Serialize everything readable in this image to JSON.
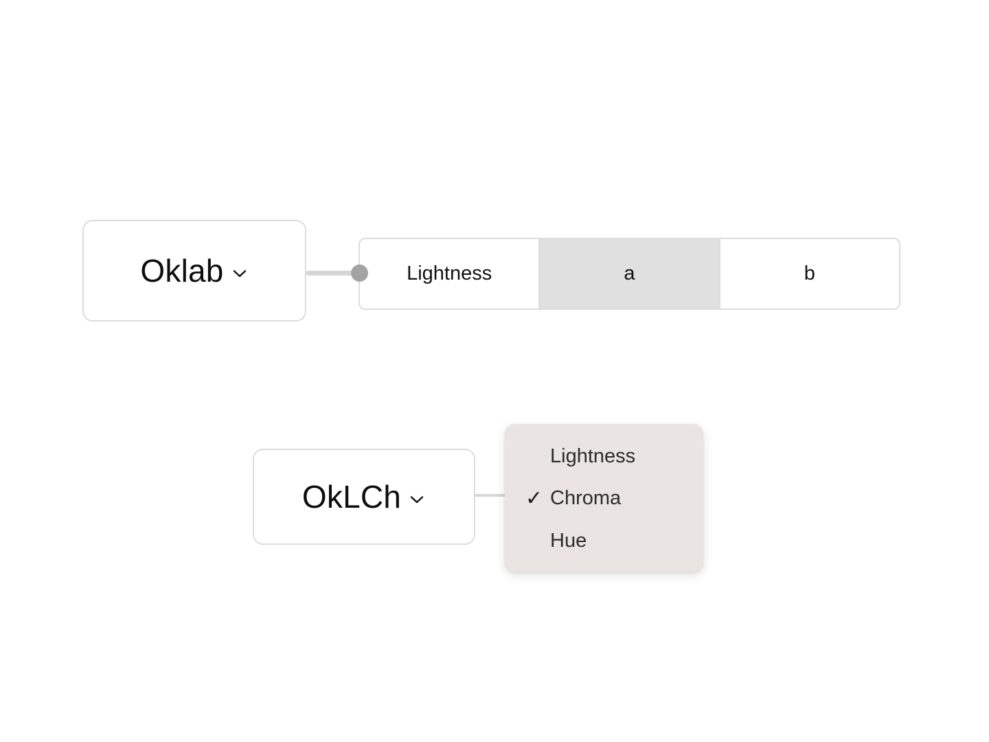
{
  "canvas": {
    "background_color": "#ffffff",
    "border_color": "#dcdcdc",
    "selected_segment_color": "#e0e0e0",
    "menu_panel_color": "#eae5e3",
    "connector_color": "#d6d6d6",
    "connector_dot_color": "#a3a3a3"
  },
  "row_oklab": {
    "node": {
      "label": "Oklab",
      "chevron_icon": "chevron-down-icon"
    },
    "segmented_control": {
      "selected": "a",
      "options": [
        {
          "label": "Lightness",
          "selected": false
        },
        {
          "label": "a",
          "selected": true
        },
        {
          "label": "b",
          "selected": false
        }
      ]
    }
  },
  "row_oklch": {
    "node": {
      "label": "OkLCh",
      "chevron_icon": "chevron-down-icon"
    },
    "menu": {
      "checked": "Chroma",
      "check_glyph": "✓",
      "items": [
        {
          "label": "Lightness",
          "checked": false
        },
        {
          "label": "Chroma",
          "checked": true
        },
        {
          "label": "Hue",
          "checked": false
        }
      ]
    }
  }
}
